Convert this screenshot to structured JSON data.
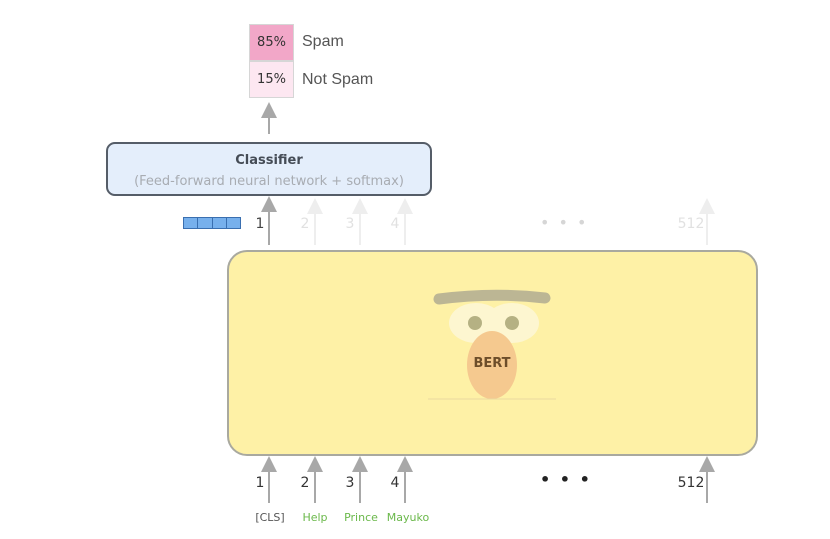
{
  "output": {
    "spam": {
      "pct": "85%",
      "label": "Spam",
      "value": 0.85
    },
    "not_spam": {
      "pct": "15%",
      "label": "Not Spam",
      "value": 0.15
    }
  },
  "classifier": {
    "title": "Classifier",
    "subtitle": "(Feed-forward neural network + softmax)"
  },
  "bert": {
    "name": "BERT"
  },
  "positions_top": [
    "1",
    "2",
    "3",
    "4",
    "512"
  ],
  "positions_bottom": [
    "1",
    "2",
    "3",
    "4",
    "512"
  ],
  "ellipsis": "• • •",
  "tokens": [
    "[CLS]",
    "Help",
    "Prince",
    "Mayuko"
  ],
  "colors": {
    "spam": "#f2a7c8",
    "not_spam": "#fde7f1",
    "classifier_fill": "#e4eefb",
    "bert_fill": "#fef1a6",
    "vector_fill": "#77b0ec",
    "token_green": "#6ab84a"
  }
}
